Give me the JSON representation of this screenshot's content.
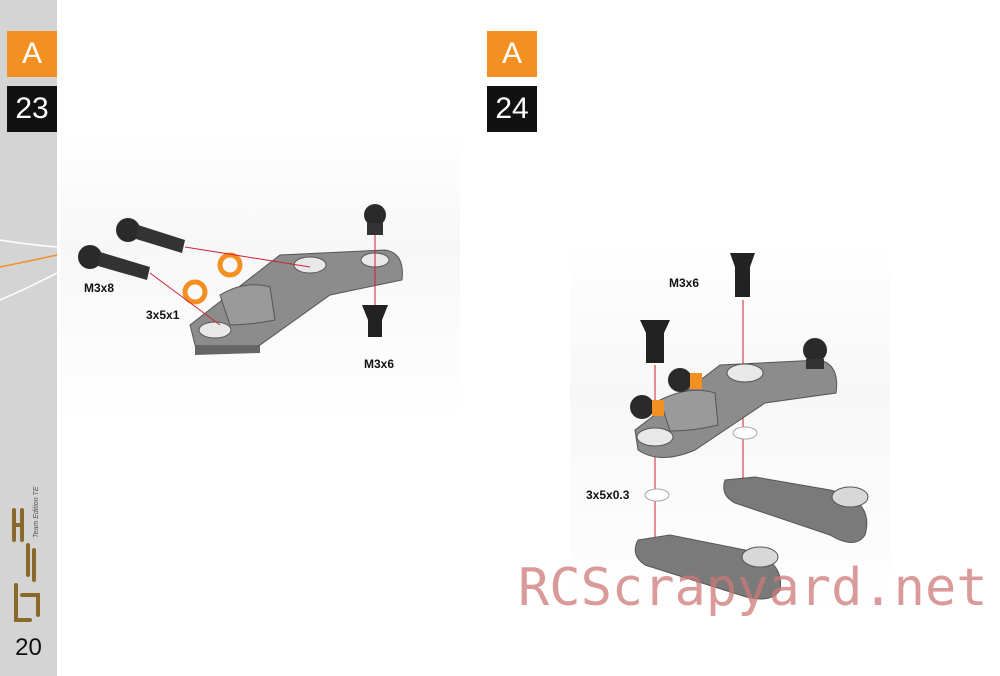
{
  "sidebar": {
    "page_number": "20",
    "brand_logo_text": "SWORKz",
    "brand_sub": "Team Edition TE"
  },
  "steps": [
    {
      "letter": "A",
      "number": "23",
      "labels": {
        "ball_stud": "M3x8",
        "spacer": "3x5x1",
        "screw": "M3x6"
      }
    },
    {
      "letter": "A",
      "number": "24",
      "labels": {
        "screw": "M3x6",
        "washer": "3x5x0.3"
      }
    }
  ],
  "watermark": "RCScrapyard.net",
  "colors": {
    "accent": "#f39021",
    "dark": "#111111",
    "sidebar": "#d4d4d4"
  }
}
